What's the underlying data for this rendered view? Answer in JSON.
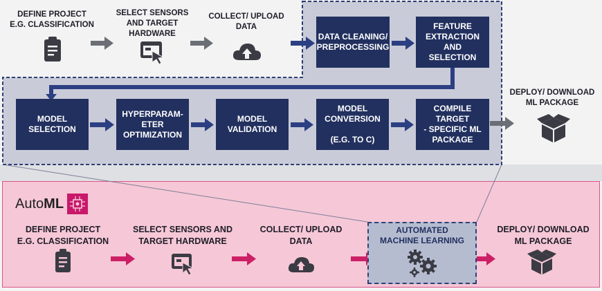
{
  "top_flow": {
    "define_project": "DEFINE PROJECT\nE.G. CLASSIFICATION",
    "select_sensors": "SELECT SENSORS\nAND TARGET HARDWARE",
    "collect_upload": "COLLECT/ UPLOAD\nDATA",
    "data_cleaning": "DATA CLEANING/\nPREPROCESSING",
    "feature_extraction": "FEATURE\nEXTRACTION AND\nSELECTION",
    "model_selection": "MODEL\nSELECTION",
    "hyperparameter": "HYPERPARAM-\nETER\nOPTIMIZATION",
    "model_validation": "MODEL\nVALIDATION",
    "model_conversion": "MODEL\nCONVERSION\n\n(E.G. TO C)",
    "compile_target": "COMPILE TARGET\n- SPECIFIC ML\nPACKAGE",
    "deploy_download": "DEPLOY/ DOWNLOAD\nML PACKAGE"
  },
  "automl": {
    "logo_prefix": "Auto",
    "logo_suffix": "ML",
    "define_project": "DEFINE PROJECT\nE.G. CLASSIFICATION",
    "select_sensors": "SELECT SENSORS AND\nTARGET HARDWARE",
    "collect_upload": "COLLECT/ UPLOAD\nDATA",
    "automated_ml": "AUTOMATED\nMACHINE LEARNING",
    "deploy_download": "DEPLOY/ DOWNLOAD\nML PACKAGE"
  },
  "icons": [
    "clipboard-icon",
    "touch-screen-icon",
    "cloud-upload-icon",
    "package-box-icon",
    "gears-icon",
    "automl-chip-icon"
  ],
  "colors": {
    "dark_navy": "#22305f",
    "arrow_gray": "#6b6f75",
    "arrow_navy": "#2b3f82",
    "arrow_pink": "#cc1f66",
    "pink_panel": "#f6c7d6",
    "slate_panel": "#c9ccd8"
  }
}
